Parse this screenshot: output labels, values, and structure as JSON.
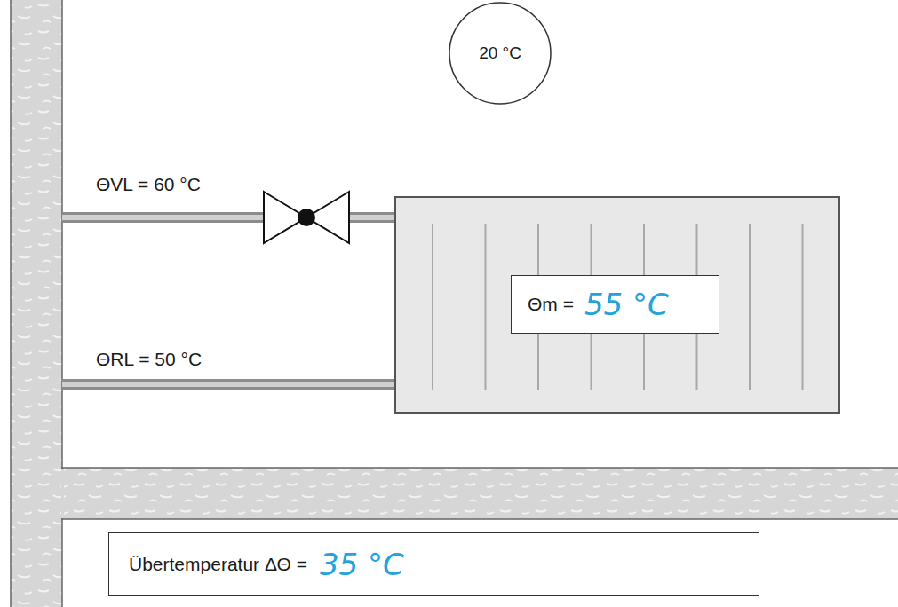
{
  "diagram": {
    "nodes": [
      {
        "text": [
          "20 °C"
        ]
      },
      {
        "text": [
          "Θm =",
          "55 °C"
        ]
      },
      {
        "text": [
          "Übertemperatur ΔΘ =",
          "35 °C"
        ]
      }
    ],
    "labels": [
      "ΘVL = 60 °C",
      "ΘRL = 50 °C"
    ]
  }
}
